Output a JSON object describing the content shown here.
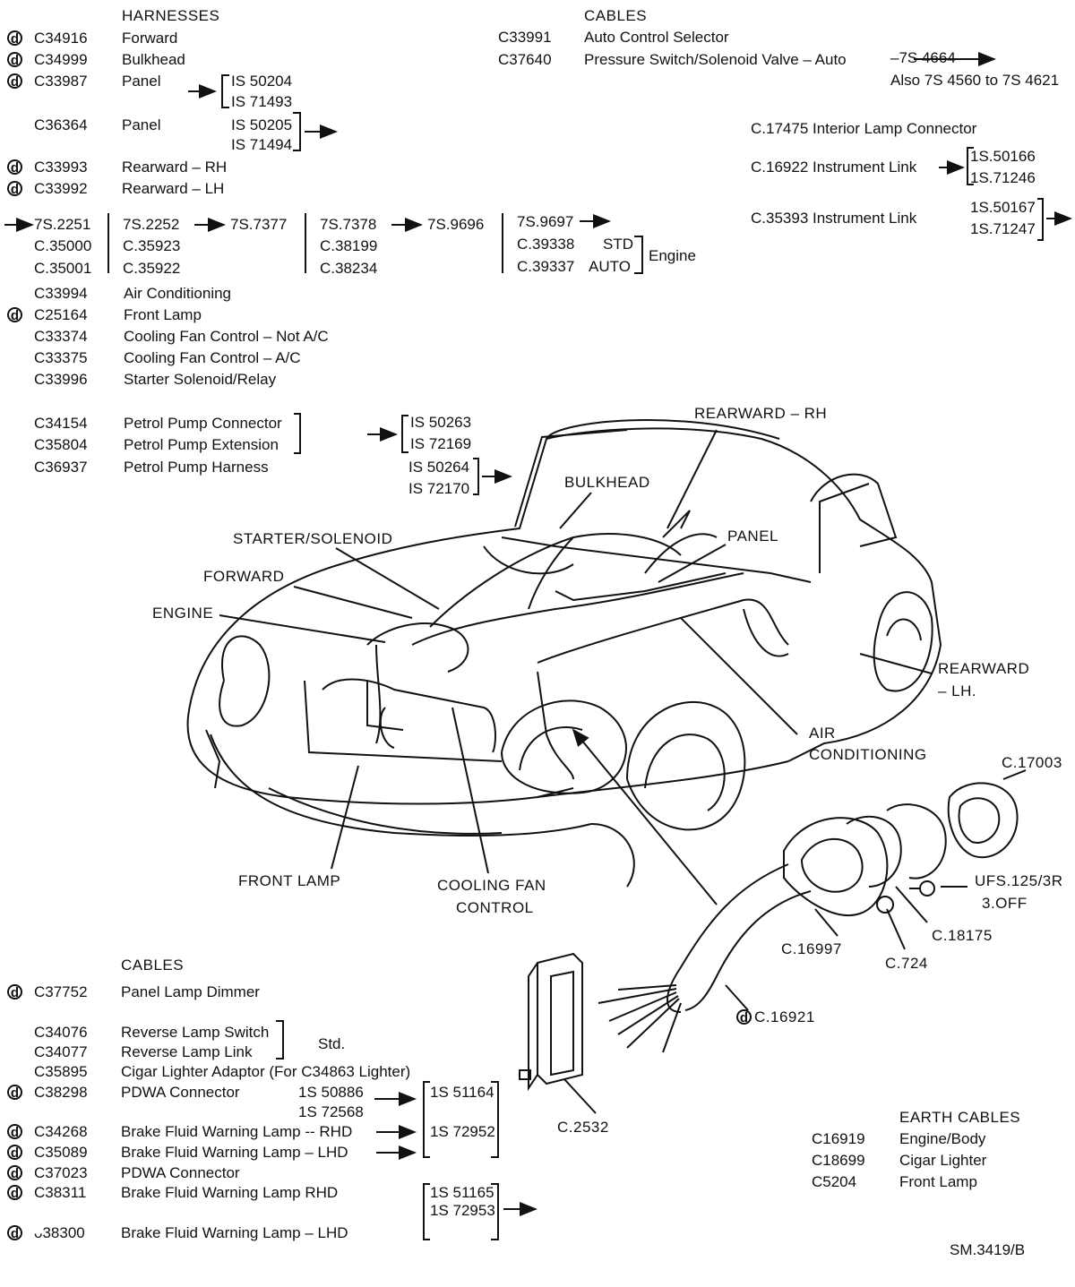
{
  "harnesses": {
    "title": "HARNESSES",
    "items": [
      {
        "code": "C34916",
        "desc": "Forward"
      },
      {
        "code": "C34999",
        "desc": "Bulkhead"
      },
      {
        "code": "C33987",
        "desc": "Panel"
      },
      {
        "code": "C36364",
        "desc": "Panel"
      },
      {
        "code": "C33993",
        "desc": "Rearward – RH"
      },
      {
        "code": "C33992",
        "desc": "Rearward – LH"
      }
    ],
    "panel_ranges_a": [
      "IS 50204",
      "IS 71493"
    ],
    "panel_ranges_b": [
      "IS 50205",
      "IS 71494"
    ],
    "engine_grid": {
      "col1": [
        "7S.2251",
        "C.35000",
        "C.35001"
      ],
      "col2": [
        "7S.2252",
        "7S.7377",
        "C.35923",
        "C.35922"
      ],
      "col3": [
        "7S.7378",
        "7S.9696",
        "C.38199",
        "C.38234"
      ],
      "col4": [
        "7S.9697",
        "C.39338",
        "STD",
        "C.39337",
        "AUTO",
        "Engine"
      ]
    },
    "items2": [
      {
        "code": "C33994",
        "desc": "Air Conditioning"
      },
      {
        "code": "C25164",
        "desc": "Front Lamp"
      },
      {
        "code": "C33374",
        "desc": "Cooling Fan Control – Not A/C"
      },
      {
        "code": "C33375",
        "desc": "Cooling Fan Control – A/C"
      },
      {
        "code": "C33996",
        "desc": "Starter Solenoid/Relay"
      }
    ],
    "petrol": [
      {
        "code": "C34154",
        "desc": "Petrol Pump Connector"
      },
      {
        "code": "C35804",
        "desc": "Petrol Pump Extension"
      },
      {
        "code": "C36937",
        "desc": "Petrol Pump Harness"
      }
    ],
    "petrol_ranges_a": [
      "IS 50263",
      "IS 72169"
    ],
    "petrol_ranges_b": [
      "IS 50264",
      "IS 72170"
    ]
  },
  "cables_top": {
    "title": "CABLES",
    "items": [
      {
        "code": "C33991",
        "desc": "Auto Control Selector"
      },
      {
        "code": "C37640",
        "desc": "Pressure Switch/Solenoid Valve – Auto",
        "range": "–7S 4664"
      }
    ],
    "also": "Also 7S 4560 to 7S 4621",
    "interior": "C.17475 Interior Lamp Connector",
    "link1": "C.16922 Instrument Link",
    "link1_ranges": [
      "1S.50166",
      "1S.71246"
    ],
    "link2": "C.35393 Instrument Link",
    "link2_ranges": [
      "1S.50167",
      "1S.71247"
    ]
  },
  "diagram_labels": {
    "rearward_rh": "REARWARD – RH",
    "bulkhead": "BULKHEAD",
    "starter": "STARTER/SOLENOID",
    "panel": "PANEL",
    "forward": "FORWARD",
    "engine": "ENGINE",
    "rearward_lh_1": "REARWARD",
    "rearward_lh_2": "– LH.",
    "air_1": "AIR",
    "air_2": "CONDITIONING",
    "front_lamp": "FRONT LAMP",
    "cooling_1": "COOLING FAN",
    "cooling_2": "CONTROL",
    "c17003": "C.17003",
    "ufs_1": "UFS.125/3R",
    "ufs_2": "3.OFF",
    "c18175": "C.18175",
    "c16997": "C.16997",
    "c724": "C.724",
    "c16921": "C.16921",
    "c2532": "C.2532"
  },
  "cables_bottom": {
    "title": "CABLES",
    "items": [
      {
        "code": "C37752",
        "desc": "Panel Lamp Dimmer"
      },
      {
        "code": "C34076",
        "desc": "Reverse Lamp Switch"
      },
      {
        "code": "C34077",
        "desc": "Reverse Lamp Link"
      },
      {
        "code": "C35895",
        "desc": "Cigar Lighter Adaptor (For C34863 Lighter)"
      },
      {
        "code": "C38298",
        "desc": "PDWA Connector"
      },
      {
        "code": "C34268",
        "desc": "Brake Fluid Warning Lamp -- RHD"
      },
      {
        "code": "C35089",
        "desc": "Brake Fluid Warning Lamp – LHD"
      },
      {
        "code": "C37023",
        "desc": "PDWA Connector"
      },
      {
        "code": "C38311",
        "desc": "Brake Fluid Warning Lamp RHD"
      },
      {
        "code": "ᴗ38300",
        "desc": "Brake Fluid Warning Lamp – LHD"
      }
    ],
    "std": "Std.",
    "pdwa_ranges": [
      "1S 50886",
      "1S 72568"
    ],
    "mid_ranges": [
      "1S 51164",
      "1S 72952"
    ],
    "low_ranges": [
      "1S 51165",
      "1S 72953"
    ]
  },
  "earth": {
    "title": "EARTH CABLES",
    "items": [
      {
        "code": "C16919",
        "desc": "Engine/Body"
      },
      {
        "code": "C18699",
        "desc": "Cigar Lighter"
      },
      {
        "code": "C5204",
        "desc": "Front Lamp"
      }
    ]
  },
  "ref": "SM.3419/B",
  "d_symbol": "d"
}
